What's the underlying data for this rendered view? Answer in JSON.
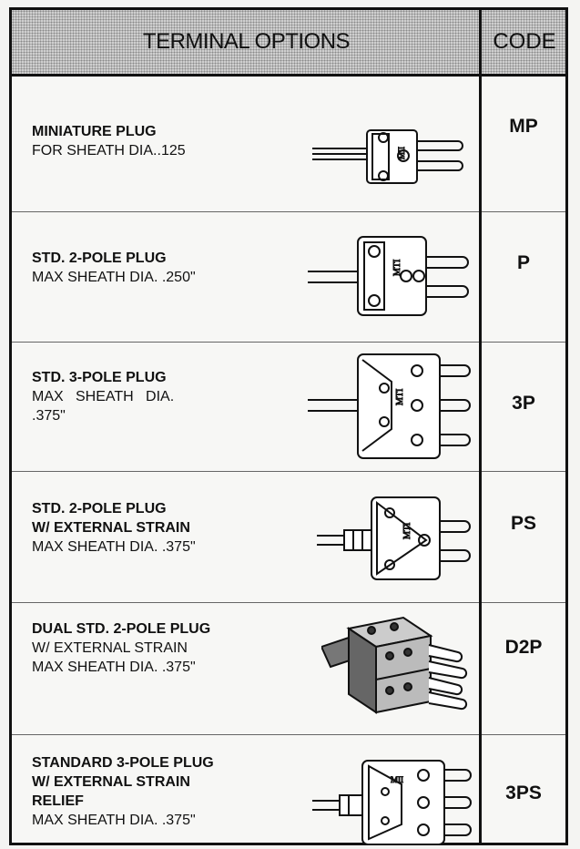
{
  "header": {
    "title": "TERMINAL OPTIONS",
    "code_label": "CODE"
  },
  "rows": [
    {
      "lines": [
        "MINIATURE PLUG",
        "FOR SHEATH DIA..125"
      ],
      "bold": [
        true,
        false
      ],
      "code": "MP",
      "plug_label": "MII"
    },
    {
      "lines": [
        "STD. 2-POLE PLUG",
        "MAX SHEATH DIA. .250\""
      ],
      "bold": [
        true,
        false
      ],
      "code": "P",
      "plug_label": "MTI"
    },
    {
      "lines": [
        "STD. 3-POLE PLUG",
        "MAX   SHEATH   DIA.",
        ".375\""
      ],
      "bold": [
        true,
        false,
        false
      ],
      "code": "3P",
      "plug_label": "MTI"
    },
    {
      "lines": [
        "STD. 2-POLE PLUG",
        "W/ EXTERNAL STRAIN",
        "MAX SHEATH DIA. .375\""
      ],
      "bold": [
        true,
        true,
        false
      ],
      "code": "PS",
      "plug_label": "MTI"
    },
    {
      "lines": [
        "DUAL STD. 2-POLE PLUG",
        "W/ EXTERNAL STRAIN",
        "MAX SHEATH DIA. .375\""
      ],
      "bold": [
        true,
        false,
        false
      ],
      "code": "D2P"
    },
    {
      "lines": [
        "STANDARD 3-POLE PLUG",
        "W/ EXTERNAL STRAIN",
        "RELIEF",
        "MAX SHEATH DIA. .375\""
      ],
      "bold": [
        true,
        true,
        true,
        false
      ],
      "code": "3PS",
      "plug_label": "MII"
    }
  ]
}
